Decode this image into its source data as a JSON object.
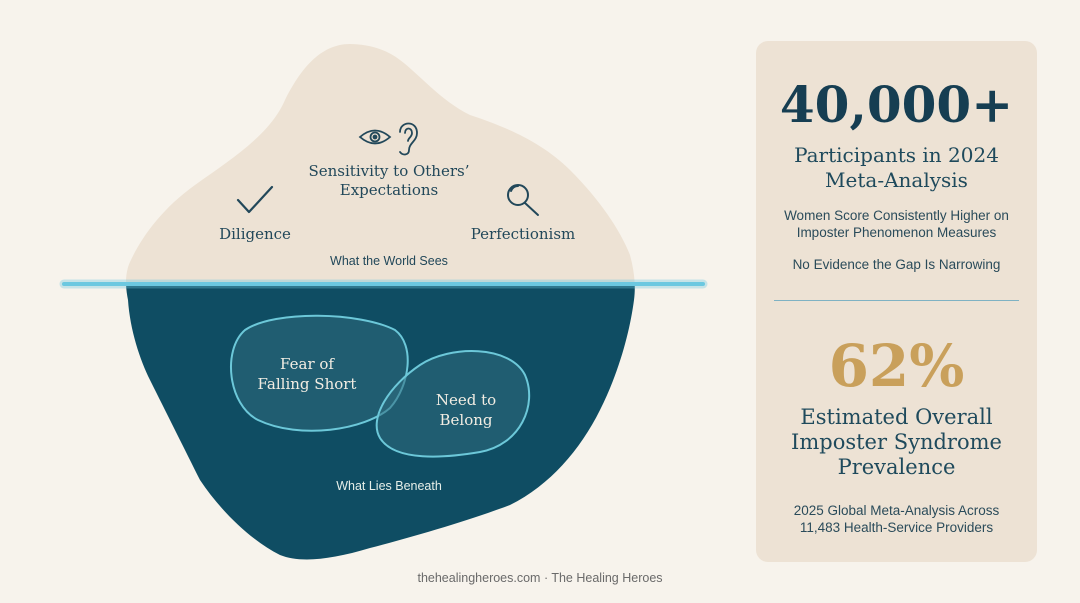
{
  "iceberg": {
    "above": {
      "caption": "What the World Sees",
      "items": [
        {
          "label": "Sensitivity to Others’ Expectations",
          "icons": [
            "eye-icon",
            "ear-icon"
          ]
        },
        {
          "label": "Diligence",
          "icons": [
            "checkmark-icon"
          ]
        },
        {
          "label": "Perfectionism",
          "icons": [
            "magnifier-icon"
          ]
        }
      ]
    },
    "below": {
      "caption": "What Lies Beneath",
      "items": [
        {
          "label": "Fear of Falling Short"
        },
        {
          "label": "Need to Belong"
        }
      ]
    }
  },
  "stats": {
    "stat1": {
      "value": "40,000+",
      "title_line1": "Participants in 2024",
      "title_line2": "Meta-Analysis",
      "detail_line1": "Women Score Consistently Higher on",
      "detail_line2": "Imposter Phenomenon Measures",
      "note": "No Evidence the Gap Is Narrowing"
    },
    "stat2": {
      "value": "62%",
      "title_line1": "Estimated Overall",
      "title_line2": "Imposter Syndrome",
      "title_line3": "Prevalence",
      "detail_line1": "2025 Global Meta-Analysis Across",
      "detail_line2": "11,483 Health-Service Providers"
    }
  },
  "footer": "thehealingheroes.com · The Healing Heroes",
  "colors": {
    "background": "#f7f3ec",
    "iceberg_above": "#ede2d4",
    "iceberg_below": "#0f4d63",
    "waterline": "#6cc8e0",
    "stat_primary": "#163e52",
    "stat_accent": "#c9a05b"
  }
}
